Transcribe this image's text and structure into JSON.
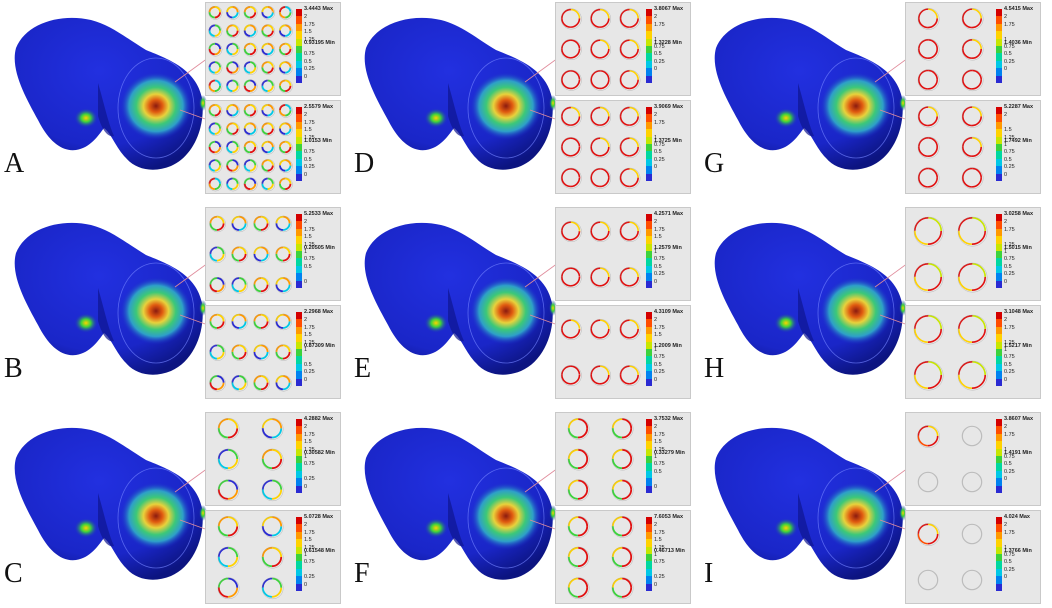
{
  "colors": {
    "background": "#ffffff",
    "inset_background": "#e7e7e7",
    "femur_blue": "#1a26c8",
    "callout_line": "#e08a9a",
    "scale": [
      "#d40000",
      "#ff4d00",
      "#ff9900",
      "#ffd200",
      "#c8e600",
      "#3cd23c",
      "#00d7a0",
      "#00c8e6",
      "#0082f0",
      "#2a2ad2"
    ]
  },
  "scale_ticks": [
    "2",
    "1.75",
    "1.5",
    "1.25",
    "1",
    "0.75",
    "0.5",
    "0.25",
    "0"
  ],
  "panels": [
    {
      "letter": "A",
      "hole_cols": 5,
      "hole_rows": 5,
      "ring_style": "mixed",
      "top": {
        "max": "3.4443 Max",
        "min": "0.93195 Min",
        "ticks": [
          "2",
          "1.75",
          "1.5",
          "1.25",
          "",
          "0.75",
          "0.5",
          "0.25",
          "0"
        ]
      },
      "bottom": {
        "max": "2.5579 Max",
        "min": "1.0153 Min",
        "ticks": [
          "2",
          "1.75",
          "1.5",
          "1.25",
          "",
          "0.75",
          "0.5",
          "0.25",
          "0"
        ]
      }
    },
    {
      "letter": "D",
      "hole_cols": 3,
      "hole_rows": 3,
      "ring_style": "red",
      "top": {
        "max": "3.8067 Max",
        "min": "1.3228 Min",
        "ticks": [
          "2",
          "1.75",
          "",
          "1",
          "0.75",
          "0.5",
          "0.25",
          "0",
          ""
        ]
      },
      "bottom": {
        "max": "3.9069 Max",
        "min": "1.3725 Min",
        "ticks": [
          "2",
          "1.75",
          "",
          "1",
          "0.75",
          "0.5",
          "0.25",
          "0",
          ""
        ]
      }
    },
    {
      "letter": "G",
      "hole_cols": 2,
      "hole_rows": 3,
      "ring_style": "red",
      "top": {
        "max": "4.5415 Max",
        "min": "1.4036 Min",
        "ticks": [
          "2",
          "1.75",
          "",
          "1",
          "0.75",
          "0.5",
          "0.25",
          "0",
          ""
        ]
      },
      "bottom": {
        "max": "5.2287 Max",
        "min": "1.7492 Min",
        "ticks": [
          "2",
          "",
          "1.5",
          "1.25",
          "1",
          "0.75",
          "0.5",
          "0.25",
          "0"
        ]
      }
    },
    {
      "letter": "B",
      "hole_cols": 4,
      "hole_rows": 3,
      "ring_style": "mixed",
      "top": {
        "max": "5.2533 Max",
        "min": "0.20505 Min",
        "ticks": [
          "2",
          "1.75",
          "1.5",
          "1.25",
          "1",
          "0.75",
          "0.5",
          "",
          "0"
        ]
      },
      "bottom": {
        "max": "2.2968 Max",
        "min": "0.87309 Min",
        "ticks": [
          "2",
          "1.75",
          "1.5",
          "1.25",
          "1",
          "",
          "0.5",
          "0.25",
          "0"
        ]
      }
    },
    {
      "letter": "E",
      "hole_cols": 3,
      "hole_rows": 2,
      "ring_style": "red",
      "top": {
        "max": "4.2571 Max",
        "min": "1.2579 Min",
        "ticks": [
          "2",
          "1.75",
          "1.5",
          "",
          "1",
          "0.75",
          "0.5",
          "0.25",
          "0"
        ]
      },
      "bottom": {
        "max": "4.3109 Max",
        "min": "1.2009 Min",
        "ticks": [
          "2",
          "1.75",
          "1.5",
          "",
          "1",
          "0.75",
          "0.5",
          "0.25",
          "0"
        ]
      }
    },
    {
      "letter": "H",
      "hole_cols": 2,
      "hole_rows": 2,
      "ring_style": "redyellow",
      "top": {
        "max": "3.0258 Max",
        "min": "1.5015 Min",
        "ticks": [
          "2",
          "1.75",
          "",
          "1.25",
          "1",
          "0.75",
          "0.5",
          "0.25",
          "0"
        ]
      },
      "bottom": {
        "max": "3.1048 Max",
        "min": "1.5217 Min",
        "ticks": [
          "2",
          "1.75",
          "",
          "1.25",
          "1",
          "0.75",
          "0.5",
          "0.25",
          "0"
        ]
      }
    },
    {
      "letter": "C",
      "hole_cols": 2,
      "hole_rows": 3,
      "ring_style": "mixed",
      "top": {
        "max": "4.2882 Max",
        "min": "0.30582 Min",
        "ticks": [
          "2",
          "1.75",
          "1.5",
          "1.25",
          "1",
          "0.75",
          "",
          "0.25",
          "0"
        ]
      },
      "bottom": {
        "max": "5.0728 Max",
        "min": "0.61548 Min",
        "ticks": [
          "2",
          "1.75",
          "1.5",
          "1.25",
          "1",
          "0.75",
          "",
          "0.25",
          "0"
        ]
      }
    },
    {
      "letter": "F",
      "hole_cols": 2,
      "hole_rows": 3,
      "ring_style": "redgreen",
      "top": {
        "max": "3.7532 Max",
        "min": "0.33279 Min",
        "ticks": [
          "2",
          "1.75",
          "1.5",
          "1.25",
          "1",
          "0.75",
          "0.5",
          "",
          "0"
        ]
      },
      "bottom": {
        "max": "7.6053 Max",
        "min": "0.46713 Min",
        "ticks": [
          "2",
          "1.75",
          "1.5",
          "1.25",
          "1",
          "0.75",
          "",
          "0.25",
          "0"
        ]
      }
    },
    {
      "letter": "I",
      "hole_cols": 2,
      "hole_rows": 2,
      "ring_style": "single",
      "top": {
        "max": "3.8607 Max",
        "min": "1.4191 Min",
        "ticks": [
          "2",
          "1.75",
          "",
          "1",
          "0.75",
          "0.5",
          "0.25",
          "0",
          ""
        ]
      },
      "bottom": {
        "max": "4.024 Max",
        "min": "1.3766 Min",
        "ticks": [
          "2",
          "1.75",
          "",
          "1",
          "0.75",
          "0.5",
          "0.25",
          "0",
          ""
        ]
      }
    }
  ]
}
